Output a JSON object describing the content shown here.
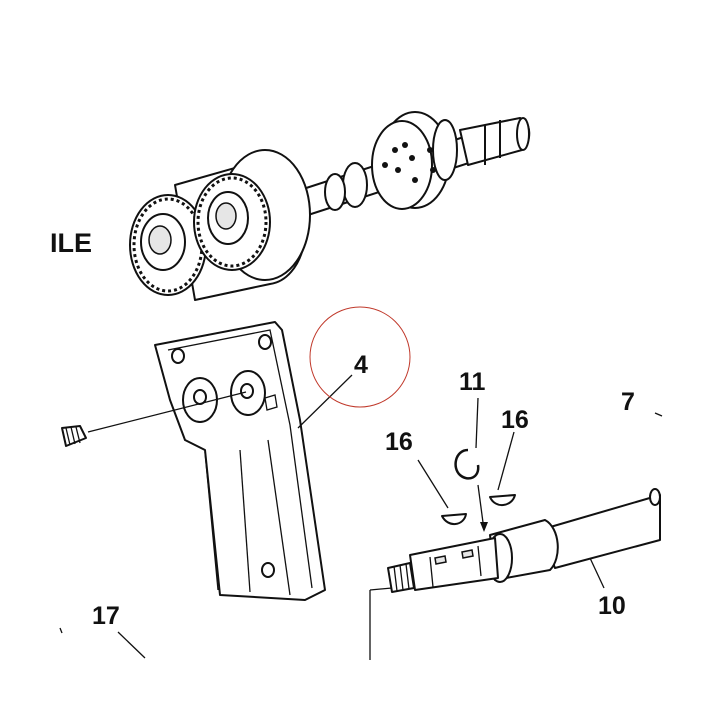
{
  "labels": {
    "partial_word": "ILE",
    "c4": "4",
    "c7": "7",
    "c10": "10",
    "c11": "11",
    "c16a": "16",
    "c16b": "16",
    "c17": "17"
  },
  "colors": {
    "ink": "#111111",
    "highlight_circle": "#c0392b",
    "background": "#ffffff"
  },
  "icons": {
    "camshaft": "camshaft-assembly-icon",
    "cover": "timing-cover-icon",
    "shaft": "drive-shaft-icon",
    "clip": "circlip-icon",
    "key": "woodruff-key-icon",
    "bolt": "stud-bolt-icon"
  }
}
